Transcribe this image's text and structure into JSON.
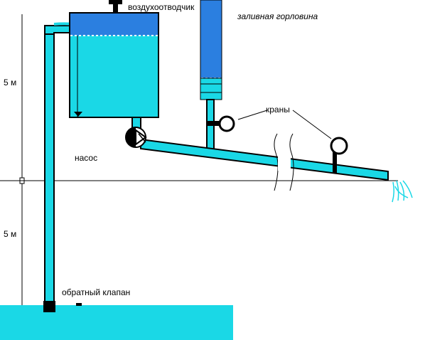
{
  "labels": {
    "air_vent": "воздухоотводчик",
    "filler_neck": "заливная горловина",
    "valves": "краны",
    "pump": "насос",
    "check_valve": "обратный клапан",
    "height_upper": "5 м",
    "height_lower": "5 м"
  },
  "colors": {
    "water": "#1ad8e6",
    "water_dark": "#2b7fe0",
    "outline": "#000000"
  },
  "icons": [
    "valve-handle-icon",
    "pump-icon",
    "check-valve-icon",
    "air-vent-icon",
    "water-spray-icon"
  ]
}
